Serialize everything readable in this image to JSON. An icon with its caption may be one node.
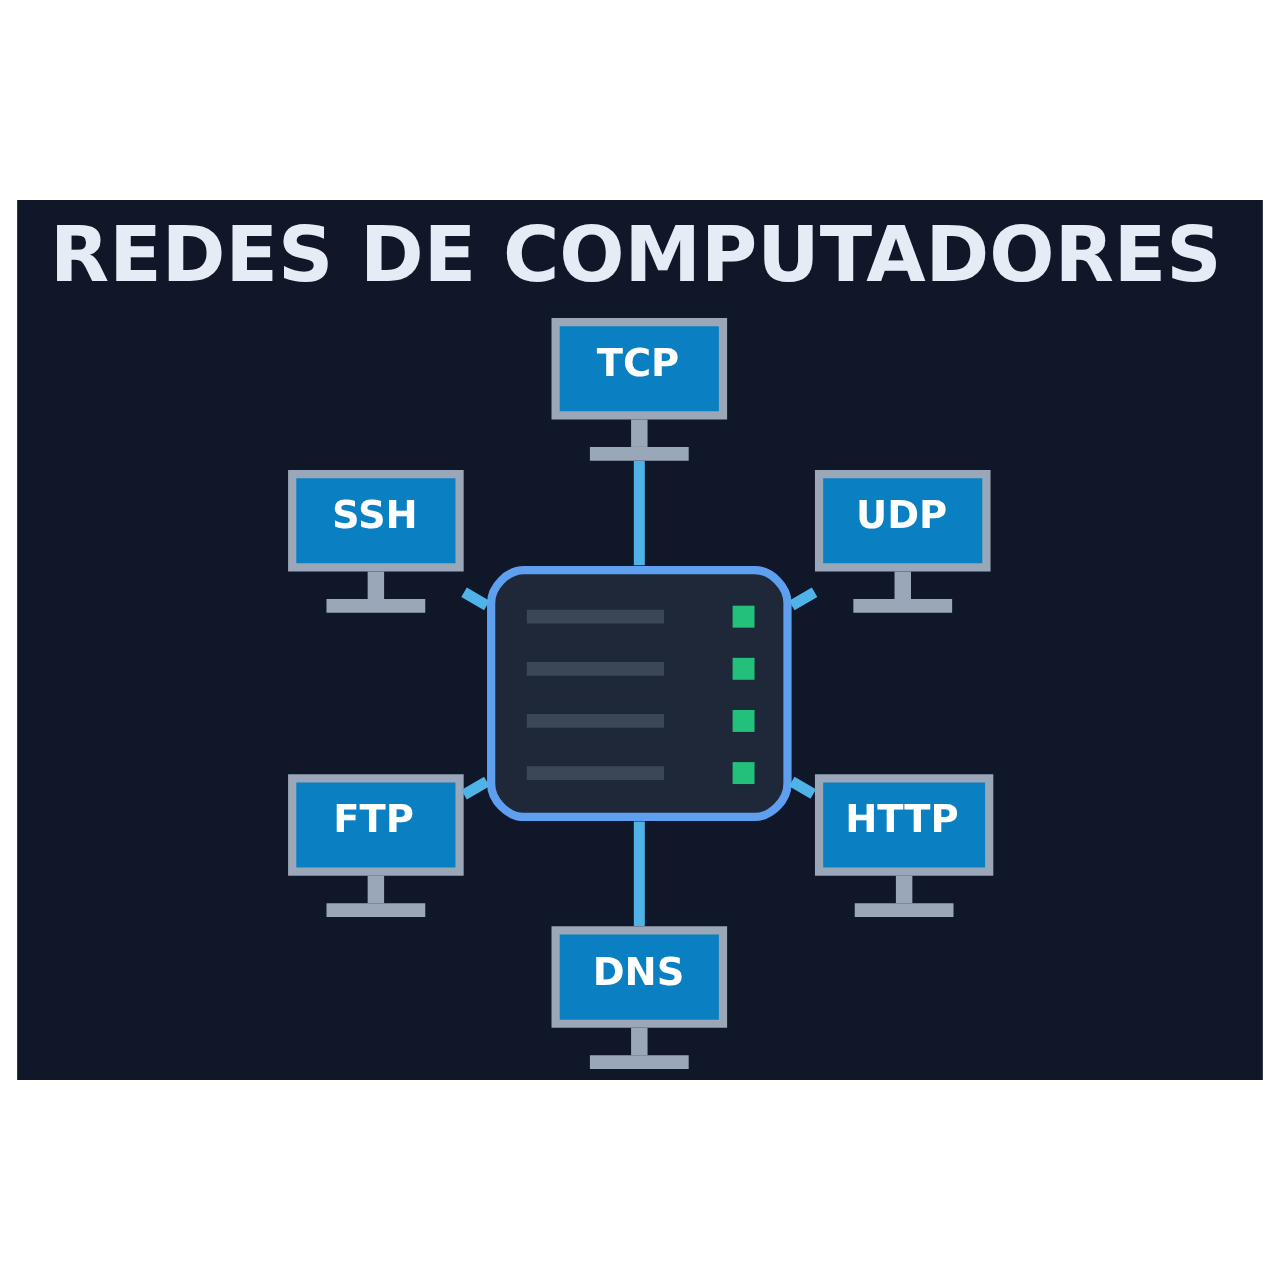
{
  "diagram": {
    "title": "REDES DE COMPUTADORES",
    "nodes": [
      {
        "text": [
          "TCP"
        ]
      },
      {
        "text": [
          "SSH"
        ]
      },
      {
        "text": [
          "UDP"
        ]
      },
      {
        "text": [],
        "shape": "picture"
      },
      {
        "text": [
          "FTP"
        ]
      },
      {
        "text": [
          "HTTP"
        ]
      },
      {
        "text": [
          "DNS"
        ]
      }
    ],
    "edges": [
      {
        "from": 3,
        "to": 0,
        "arrow": "none"
      },
      {
        "from": 3,
        "to": 2,
        "arrow": "none"
      },
      {
        "from": 3,
        "to": 5,
        "arrow": "none"
      },
      {
        "from": 3,
        "to": 6,
        "arrow": "none"
      },
      {
        "from": 3,
        "to": 4,
        "arrow": "none"
      },
      {
        "from": 3,
        "to": 1,
        "arrow": "none"
      }
    ]
  }
}
